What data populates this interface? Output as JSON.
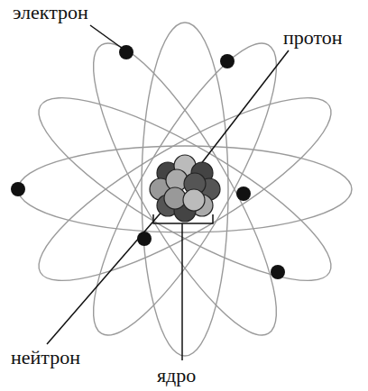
{
  "diagram": {
    "labels": [
      "электрон",
      "протон",
      "нейтрон",
      "ядро"
    ]
  }
}
